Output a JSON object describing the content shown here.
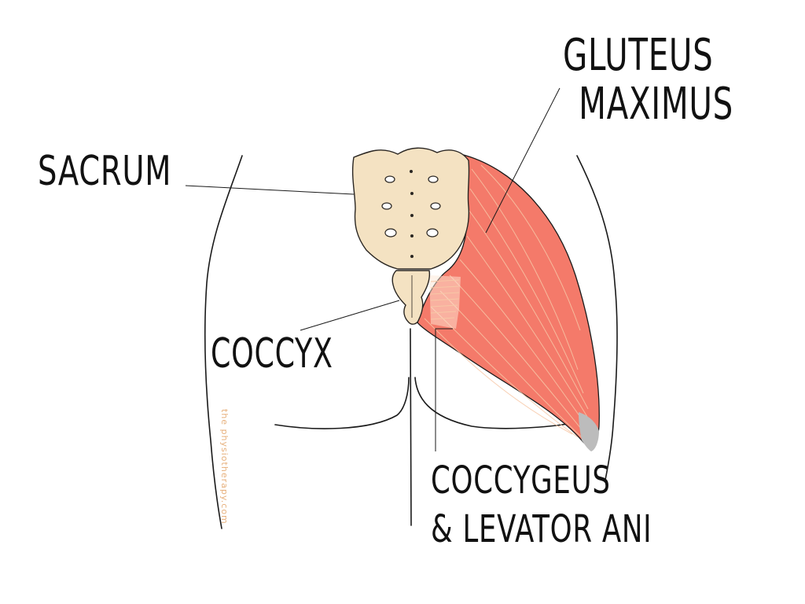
{
  "labels": {
    "sacrum": "SACRUM",
    "gluteus_line1": "GLUTEUS",
    "gluteus_line2": "MAXIMUS",
    "coccyx": "COCCYX",
    "coccygeus_line1": "COCCYGEUS",
    "coccygeus_line2": "& LEVATOR ANI"
  },
  "watermark": "the physiotherapy.com",
  "colors": {
    "muscle": "#f47a6a",
    "muscle_fibers": "#f7c7a6",
    "bone": "#f4e2c2",
    "bone_outline": "#2a2622",
    "tendon": "#bcbcbc",
    "outline": "#1a1a1a"
  }
}
